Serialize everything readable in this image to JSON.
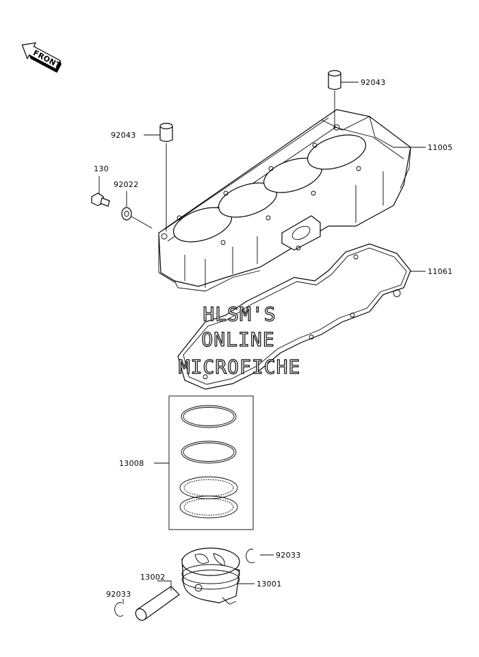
{
  "front_tag": "FRONT",
  "watermark": {
    "line1": "HLSM'S",
    "line2": "ONLINE",
    "line3": "MICROFICHE"
  },
  "callouts": {
    "dowel_top": "92043",
    "cylinder": "11005",
    "dowel_left": "92043",
    "bolt": "130",
    "washer": "92022",
    "gasket": "11061",
    "ring_set": "13008",
    "circlip_right": "92033",
    "piston_pin": "13002",
    "piston": "13001",
    "circlip_left": "92033"
  }
}
